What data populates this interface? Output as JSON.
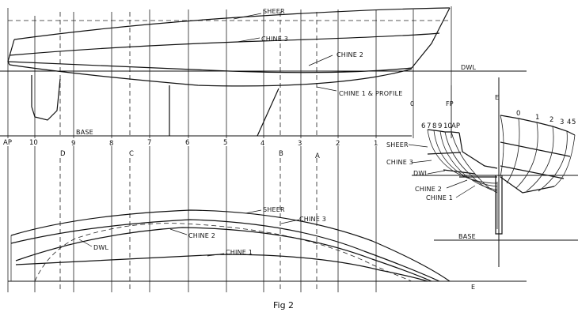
{
  "labels": {
    "sheer": "SHEER",
    "chine3": "CHINE 3",
    "chine2": "CHINE 2",
    "chine1_profile": "CHINE 1 & PROFILE",
    "dwl": "DWL",
    "base": "BASE",
    "sheer_plan": "SHEER",
    "chine3_plan": "CHINE 3",
    "chine2_plan": "CHINE 2",
    "dwl_plan": "DWL",
    "chine1_plan": "CHINE 1",
    "sheer_body": "SHEER",
    "chine3_body": "CHINE 3",
    "dwl_body": "DWL",
    "chine2_body": "CHINE 2",
    "chine1_body": "CHINE 1",
    "base_body": "BASE",
    "fp": "FP",
    "zero": "0",
    "center_top": "E",
    "center_bottom": "E"
  },
  "stations": [
    "AP",
    "10",
    "9",
    "8",
    "7",
    "6",
    "5",
    "4",
    "3",
    "2",
    "1"
  ],
  "letters": [
    "D",
    "C",
    "B",
    "A"
  ],
  "body_aft": [
    "6",
    "7",
    "8",
    "9",
    "10",
    "AP"
  ],
  "body_fwd": [
    "0",
    "1",
    "2",
    "3",
    "4",
    "5"
  ],
  "caption": "Fig 2"
}
